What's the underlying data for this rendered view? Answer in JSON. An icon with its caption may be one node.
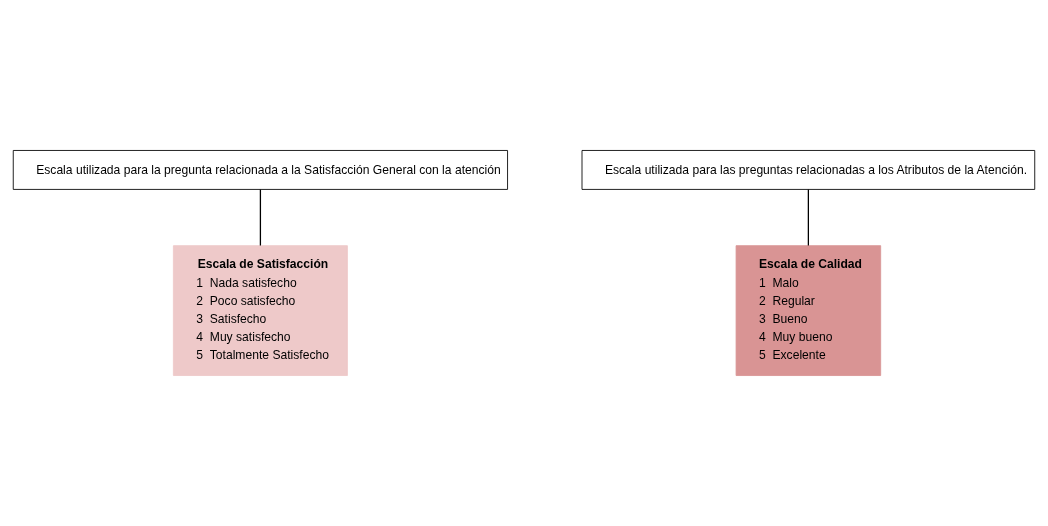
{
  "diagram": {
    "nodes": [
      {
        "text": [
          "Escala de Satisfacción",
          "1  Nada satisfecho",
          "2  Poco satisfecho",
          "3  Satisfecho",
          "4  Muy satisfecho",
          "5  Totalmente Satisfecho"
        ]
      },
      {
        "text": [
          "Escala de Calidad",
          "1  Malo",
          "2  Regular",
          "3  Bueno",
          "4  Muy bueno",
          "5  Excelente"
        ]
      },
      {
        "text": [
          "Escala utilizada para la pregunta relacionada a la Satisfacción General con la atención"
        ]
      },
      {
        "text": [
          "Escala utilizada para las preguntas relacionadas a los Atributos de la Atención."
        ]
      }
    ],
    "edges": [
      {
        "from": 2,
        "to": 0,
        "arrow": "none"
      },
      {
        "from": 3,
        "to": 1,
        "arrow": "none"
      }
    ]
  }
}
